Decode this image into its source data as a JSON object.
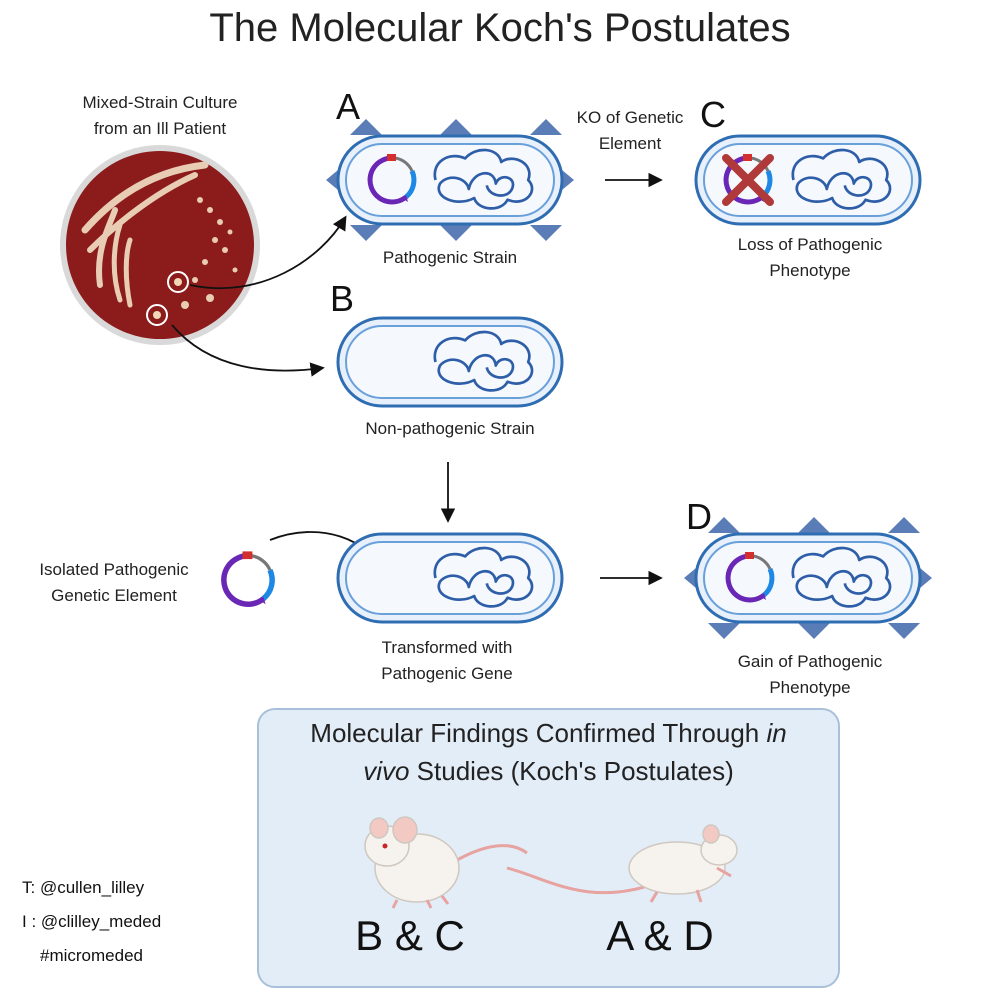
{
  "title": "The Molecular Koch's Postulates",
  "labels": {
    "culture": [
      "Mixed-Strain Culture",
      "from an Ill Patient"
    ],
    "letter_a": "A",
    "letter_b": "B",
    "letter_c": "C",
    "letter_d": "D",
    "pathogenic_strain": "Pathogenic Strain",
    "ko": [
      "KO of Genetic",
      "Element"
    ],
    "loss": [
      "Loss of Pathogenic",
      "Phenotype"
    ],
    "non_pathogenic": "Non-pathogenic Strain",
    "isolated": [
      "Isolated Pathogenic",
      "Genetic Element"
    ],
    "transformed": [
      "Transformed with",
      "Pathogenic Gene"
    ],
    "gain": [
      "Gain of Pathogenic",
      "Phenotype"
    ]
  },
  "panel": {
    "text_before": "Molecular Findings Confirmed Through ",
    "text_italic_1": "in",
    "text_italic_2": "vivo",
    "text_after": " Studies (Koch's Postulates)",
    "mouse_left_label": "B & C",
    "mouse_right_label": "A & D"
  },
  "credits": {
    "twitter": "T: @cullen_lilley",
    "instagram": "I : @clilley_meded",
    "hashtag": "#micromeded"
  },
  "colors": {
    "petri_agar": "#8c1c1c",
    "membrane": "#2f6db3",
    "membrane_fill": "#e8f1fb",
    "plasmid_purple": "#6a27b5",
    "plasmid_blue": "#1e88e5",
    "plasmid_red": "#d32f2f",
    "pili": "#5a7db8",
    "ko_cross": "#b03a3a",
    "panel_bg": "#e3edf8"
  }
}
